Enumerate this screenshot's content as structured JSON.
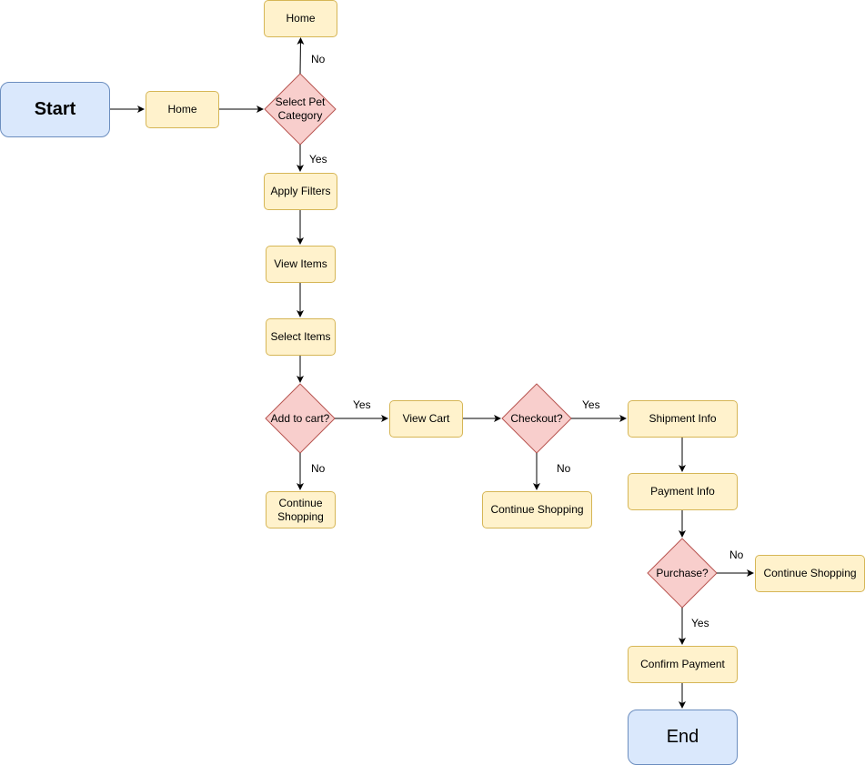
{
  "nodes": {
    "start": "Start",
    "home_main": "Home",
    "home_top": "Home",
    "select_category": "Select Pet Category",
    "apply_filters": "Apply Filters",
    "view_items": "View Items",
    "select_items": "Select Items",
    "add_to_cart": "Add to cart?",
    "continue_shopping_1": "Continue Shopping",
    "view_cart": "View Cart",
    "checkout": "Checkout?",
    "continue_shopping_2": "Continue Shopping",
    "shipment_info": "Shipment Info",
    "payment_info": "Payment Info",
    "purchase": "Purchase?",
    "continue_shopping_3": "Continue Shopping",
    "confirm_payment": "Confirm Payment",
    "end": "End"
  },
  "edge_labels": {
    "category_no": "No",
    "category_yes": "Yes",
    "cart_yes": "Yes",
    "cart_no": "No",
    "checkout_yes": "Yes",
    "checkout_no": "No",
    "purchase_no": "No",
    "purchase_yes": "Yes"
  },
  "colors": {
    "process_fill": "#fff2cc",
    "process_stroke": "#d6b656",
    "decision_fill": "#f8cecc",
    "decision_stroke": "#b85450",
    "terminal_fill": "#dae8fc",
    "terminal_stroke": "#6c8ebf",
    "edge": "#000000"
  }
}
